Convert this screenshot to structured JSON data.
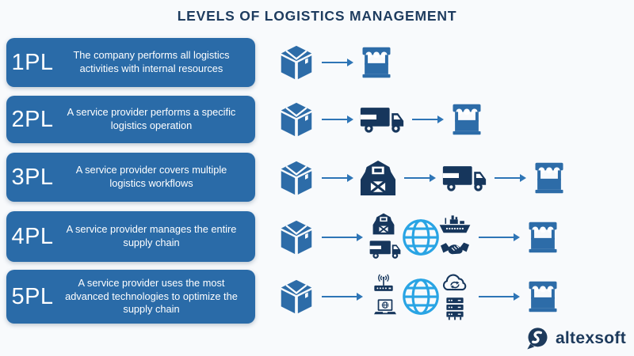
{
  "title": "LEVELS OF LOGISTICS MANAGEMENT",
  "colors": {
    "background": "#f8fafc",
    "title": "#1e3c5f",
    "card": "#2a6ba8",
    "card_text": "#ffffff",
    "icon_primary": "#2d6ca8",
    "icon_dark": "#16365c",
    "icon_accent": "#29a4e4",
    "arrow": "#2e75b6",
    "logo": "#1d3a5c"
  },
  "rows": [
    {
      "level": "1PL",
      "description": "The company performs all logistics activities with internal resources",
      "flow": [
        {
          "icon": "box",
          "tone": "primary"
        },
        {
          "icon": "arrow"
        },
        {
          "icon": "store",
          "tone": "primary"
        }
      ]
    },
    {
      "level": "2PL",
      "description": "A service provider performs a specific logistics operation",
      "flow": [
        {
          "icon": "box",
          "tone": "primary"
        },
        {
          "icon": "arrow"
        },
        {
          "icon": "truck",
          "tone": "dark"
        },
        {
          "icon": "arrow"
        },
        {
          "icon": "store",
          "tone": "primary"
        }
      ]
    },
    {
      "level": "3PL",
      "description": "A service provider covers multiple logistics workflows",
      "flow": [
        {
          "icon": "box",
          "tone": "primary"
        },
        {
          "icon": "arrow"
        },
        {
          "icon": "barn",
          "tone": "dark"
        },
        {
          "icon": "arrow"
        },
        {
          "icon": "truck",
          "tone": "dark"
        },
        {
          "icon": "arrow"
        },
        {
          "icon": "store",
          "tone": "primary"
        }
      ]
    },
    {
      "level": "4PL",
      "description": "A service provider manages the entire supply chain",
      "flow": [
        {
          "icon": "box",
          "tone": "primary"
        },
        {
          "icon": "arrow",
          "long": true
        },
        {
          "cluster": {
            "left_top": {
              "icon": "barn",
              "tone": "dark"
            },
            "left_bottom": {
              "icon": "truck",
              "tone": "dark"
            },
            "center": {
              "icon": "globe",
              "tone": "accent"
            },
            "right_top": {
              "icon": "ship",
              "tone": "dark"
            },
            "right_bottom": {
              "icon": "handshake",
              "tone": "dark"
            }
          }
        },
        {
          "icon": "arrow",
          "long": true
        },
        {
          "icon": "store",
          "tone": "primary"
        }
      ]
    },
    {
      "level": "5PL",
      "description": "A service provider uses the most advanced technologies to optimize the supply chain",
      "flow": [
        {
          "icon": "box",
          "tone": "primary"
        },
        {
          "icon": "arrow",
          "long": true
        },
        {
          "cluster": {
            "left_top": {
              "icon": "router",
              "tone": "dark"
            },
            "left_bottom": {
              "icon": "laptop",
              "tone": "dark"
            },
            "center": {
              "icon": "globe",
              "tone": "accent"
            },
            "right_top": {
              "icon": "cloud",
              "tone": "dark"
            },
            "right_bottom": {
              "icon": "server",
              "tone": "dark"
            }
          }
        },
        {
          "icon": "arrow",
          "long": true
        },
        {
          "icon": "store",
          "tone": "primary"
        }
      ]
    }
  ],
  "logo": {
    "text": "altexsoft"
  }
}
